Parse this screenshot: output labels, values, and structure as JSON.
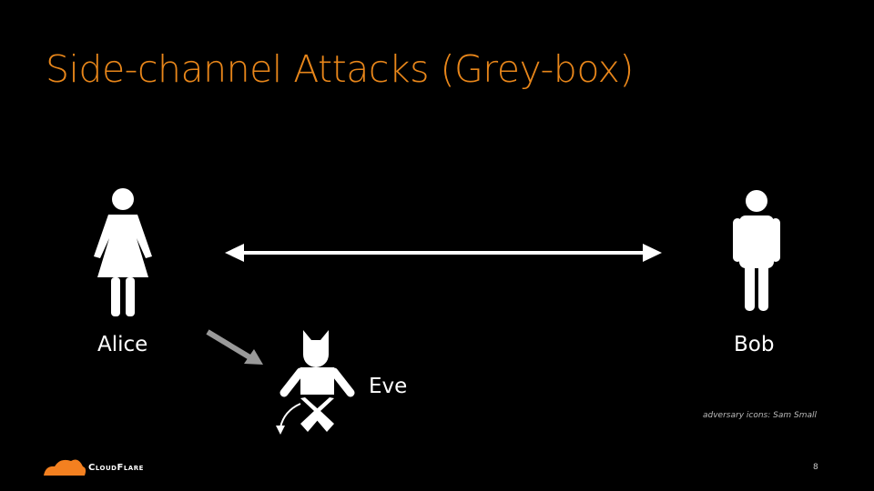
{
  "slide": {
    "title": "Side-channel Attacks (Grey-box)",
    "people": {
      "alice": "Alice",
      "bob": "Bob",
      "eve": "Eve"
    },
    "credit": "adversary icons: Sam Small",
    "page_number": "8",
    "logo_text": "CloudFlare",
    "colors": {
      "title": "#e8861a",
      "logo": "#f38020",
      "eve_arrow": "#999999"
    }
  }
}
